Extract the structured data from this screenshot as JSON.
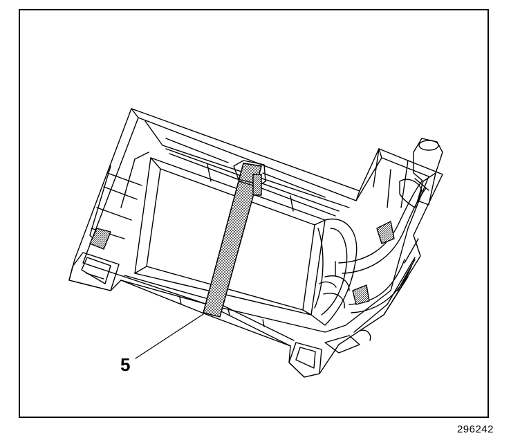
{
  "diagram": {
    "callouts": [
      {
        "label": "5",
        "target": "strap"
      }
    ],
    "figure_number": "296242"
  },
  "colors": {
    "line": "#000000",
    "background": "#ffffff",
    "shade": "#000000"
  }
}
